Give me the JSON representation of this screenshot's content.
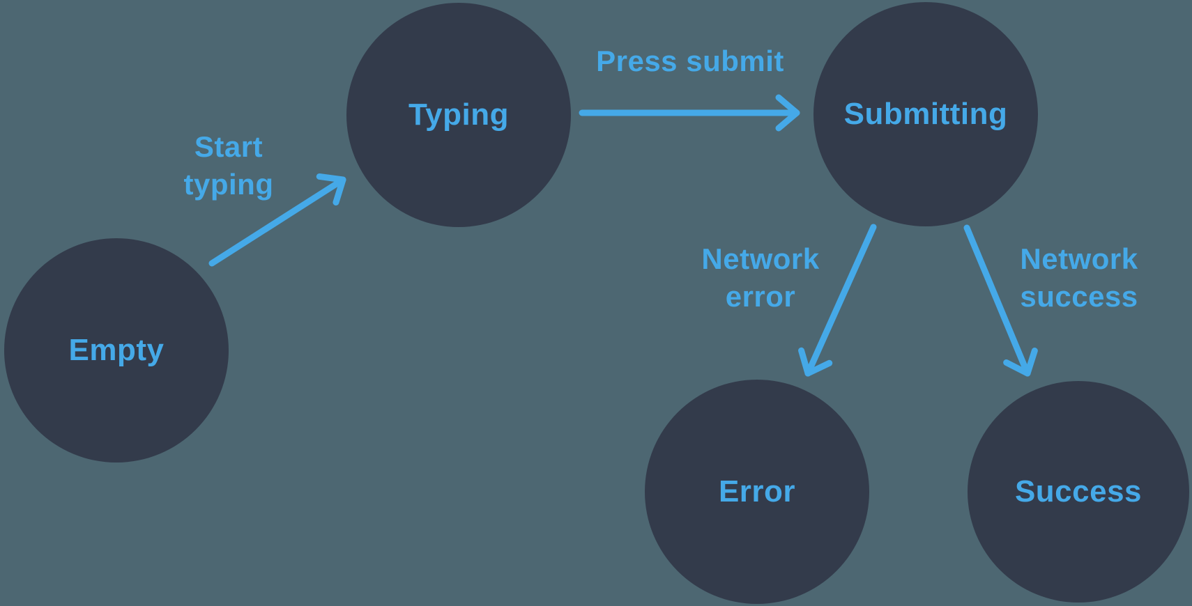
{
  "colors": {
    "background": "#4D6772",
    "state_fill": "#333B4B",
    "accent_blue": "#45A9E8"
  },
  "states": [
    {
      "id": "empty",
      "label": "Empty"
    },
    {
      "id": "typing",
      "label": "Typing"
    },
    {
      "id": "submitting",
      "label": "Submitting"
    },
    {
      "id": "error",
      "label": "Error"
    },
    {
      "id": "success",
      "label": "Success"
    }
  ],
  "transitions": [
    {
      "id": "start-typing",
      "label": "Start typing",
      "lines": [
        "Start",
        "typing"
      ],
      "from": "empty",
      "to": "typing"
    },
    {
      "id": "press-submit",
      "label": "Press submit",
      "lines": [
        "Press submit"
      ],
      "from": "typing",
      "to": "submitting"
    },
    {
      "id": "network-error",
      "label": "Network error",
      "lines": [
        "Network",
        "error"
      ],
      "from": "submitting",
      "to": "error"
    },
    {
      "id": "network-success",
      "label": "Network success",
      "lines": [
        "Network",
        "success"
      ],
      "from": "submitting",
      "to": "success"
    }
  ]
}
